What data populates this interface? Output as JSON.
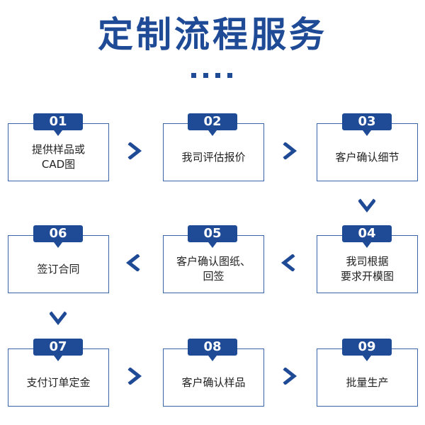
{
  "title": "定制流程服务",
  "colors": {
    "primary": "#1e4a96",
    "border": "#3a64aa",
    "text": "#222222"
  },
  "steps": [
    {
      "num": "01",
      "label": "提供样品或\nCAD图"
    },
    {
      "num": "02",
      "label": "我司评估报价"
    },
    {
      "num": "03",
      "label": "客户确认细节"
    },
    {
      "num": "04",
      "label": "我司根据\n要求开模图"
    },
    {
      "num": "05",
      "label": "客户确认图纸、\n回签"
    },
    {
      "num": "06",
      "label": "签订合同"
    },
    {
      "num": "07",
      "label": "支付订单定金"
    },
    {
      "num": "08",
      "label": "客户确认样品"
    },
    {
      "num": "09",
      "label": "批量生产"
    }
  ]
}
